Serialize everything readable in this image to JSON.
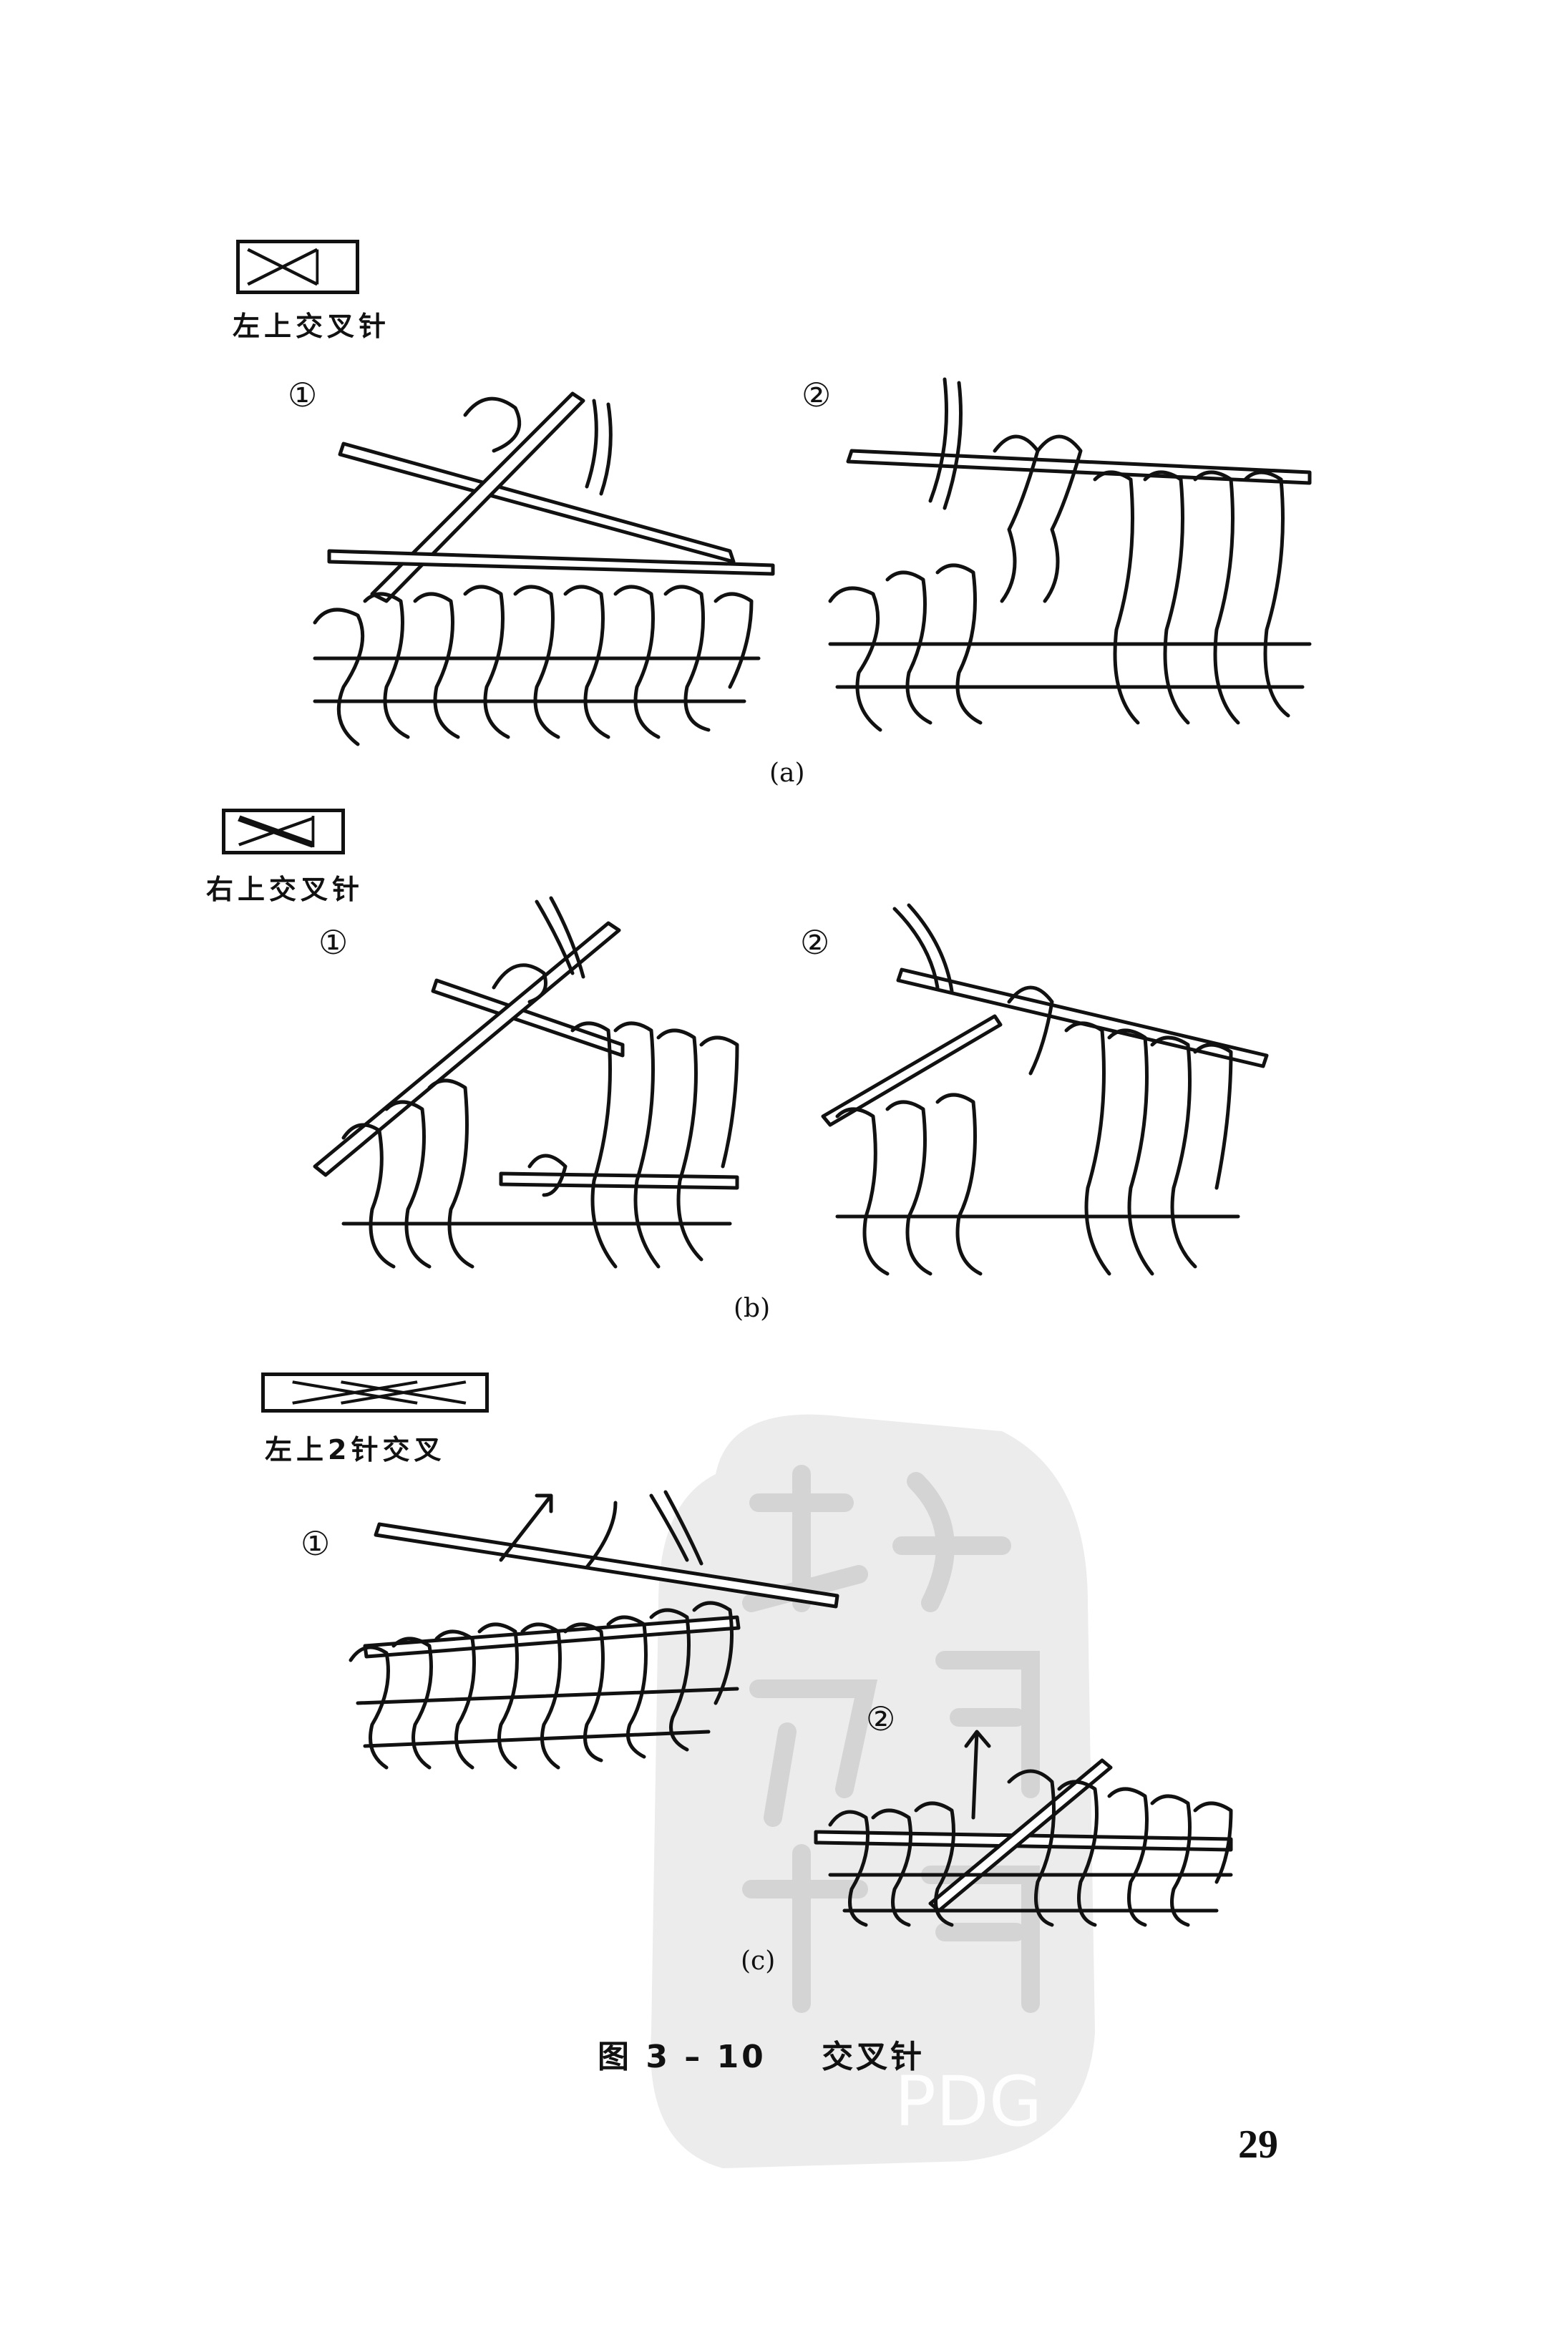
{
  "section_a": {
    "caption": "左上交叉针",
    "step1": "①",
    "step2": "②",
    "sublabel": "(a)"
  },
  "section_b": {
    "caption": "右上交叉针",
    "step1": "①",
    "step2": "②",
    "sublabel": "(b)"
  },
  "section_c": {
    "caption": "左上2针交叉",
    "step1": "①",
    "step2": "②",
    "sublabel": "(c)"
  },
  "figure_title": "图 3 – 10    交叉针",
  "page_number": "29",
  "watermark": {
    "text": "PDG"
  },
  "colors": {
    "ink": "#111111",
    "watermark": "#e6e6e6"
  }
}
